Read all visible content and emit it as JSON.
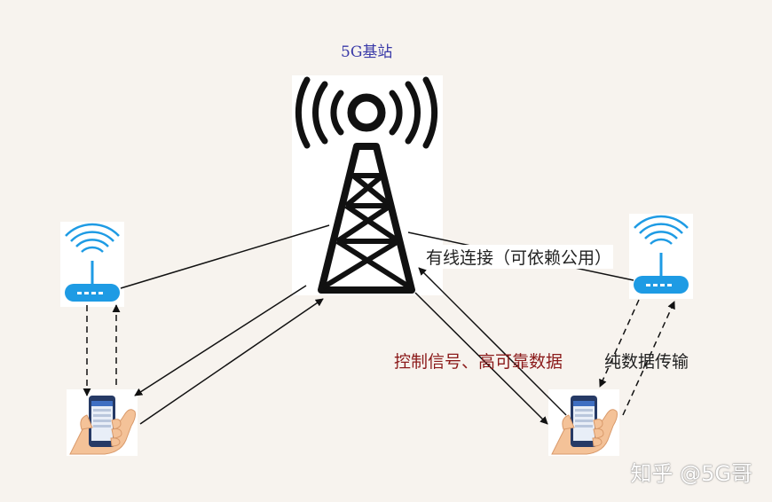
{
  "diagram": {
    "title": "5G基站",
    "labels": {
      "wired_link": "有线连接（可依赖公用）",
      "control_signal": "控制信号、高可靠数据",
      "pure_data": "纯数据传输"
    },
    "watermark": "知乎 @5G哥",
    "nodes": [
      {
        "id": "base-station",
        "icon": "cell-tower-icon"
      },
      {
        "id": "wifi-router-left",
        "icon": "wifi-router-icon"
      },
      {
        "id": "wifi-router-right",
        "icon": "wifi-router-icon"
      },
      {
        "id": "phone-left",
        "icon": "hand-phone-icon"
      },
      {
        "id": "phone-right",
        "icon": "hand-phone-icon"
      }
    ],
    "colors": {
      "background": "#f7f3ee",
      "router_blue": "#1e9be4",
      "tower_black": "#111111",
      "title_blue": "#3a3aa8",
      "control_red": "#8b1a1a"
    }
  }
}
